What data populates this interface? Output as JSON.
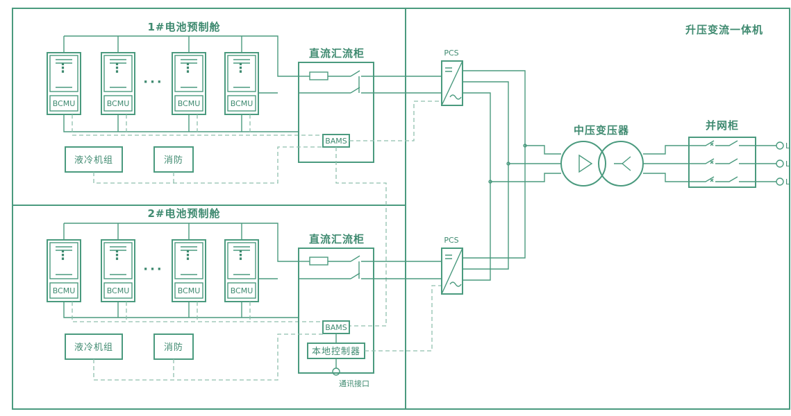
{
  "sections": {
    "cabin1_title": "1#电池预制舱",
    "cabin2_title": "2#电池预制舱",
    "pcs_title": "升压变流一体机"
  },
  "modules": {
    "bcmu_label": "BCMU",
    "ellipsis": "···"
  },
  "equipment": {
    "dc_combiner": "直流汇流柜",
    "bams": "BAMS",
    "liquid_cooling": "液冷机组",
    "fire_protection": "消防",
    "local_controller": "本地控制器",
    "comm_interface": "通讯接口",
    "pcs": "PCS",
    "transformer": "中压变压器",
    "grid_cabinet": "并网柜",
    "line_label": "L"
  }
}
